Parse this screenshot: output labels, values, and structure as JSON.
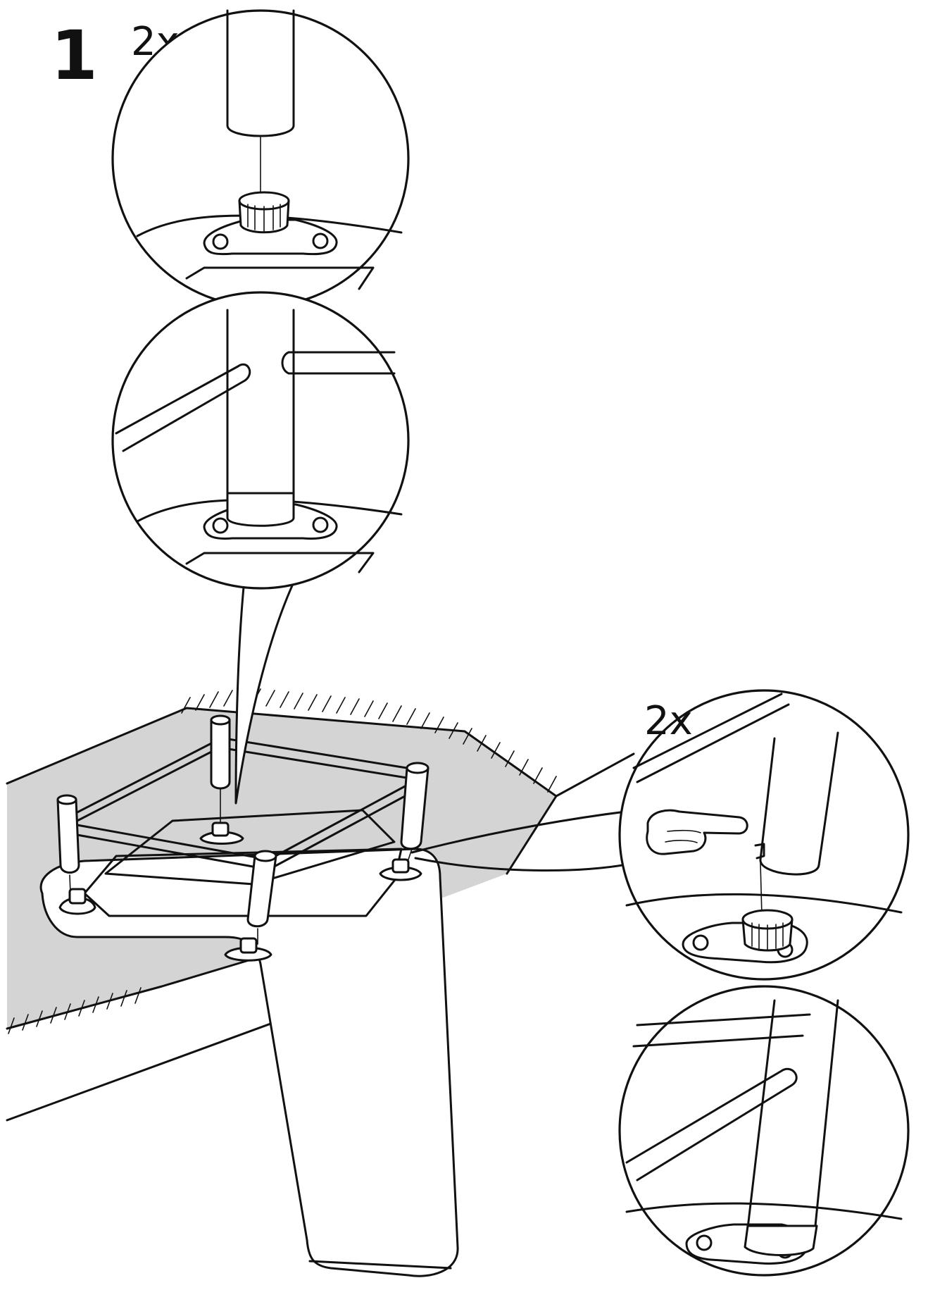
{
  "step": {
    "number": "1"
  },
  "callouts": {
    "top_count": "2x",
    "right_count": "2x"
  },
  "colors": {
    "line": "#111111",
    "floor_shade": "#d4d4d4",
    "background": "#ffffff"
  },
  "icons": {
    "pointing_hand": "pointing-hand-icon"
  }
}
